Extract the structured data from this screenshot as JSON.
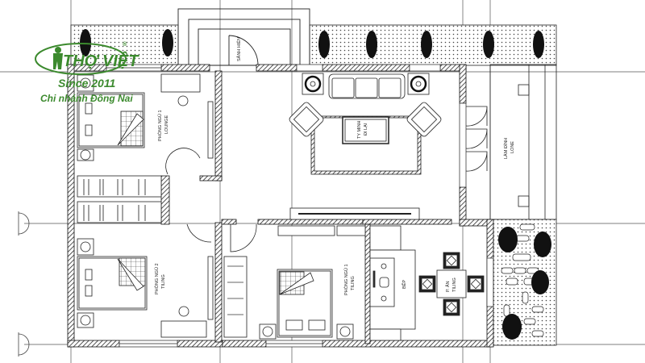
{
  "logo": {
    "brand": "THỢ VIỆT",
    "registered_mark": "®",
    "since": "Since 2011",
    "branch": "Chi nhánh Đồng Nai",
    "color": "#3c8a2e"
  },
  "rooms": {
    "entrance_hall": "SẢNH HIÊN",
    "bedroom_1_top": {
      "name": "PHÒNG NGỦ 1",
      "sub": "LOUNGE"
    },
    "bedroom_2": {
      "name": "PHÒNG NGỦ 2",
      "sub": "TILING"
    },
    "bedroom_1_bottom": {
      "name": "PHÒNG NGỦ 1",
      "sub": "TILING"
    },
    "living_rug": {
      "line1": "TY MINH",
      "line2": "ĐI LẠI"
    },
    "side_yard": {
      "line1": "LÀM ĐÌNH",
      "line2": "LONE"
    },
    "dining": {
      "line1": "P. ĂN",
      "line2": "TILING"
    },
    "kitchen": "BẾP"
  },
  "colors": {
    "line": "#1a1a1a",
    "wall_fill": "#ffffff",
    "hatch": "#333333",
    "garden_dot": "#444444",
    "shrub": "#111111"
  }
}
